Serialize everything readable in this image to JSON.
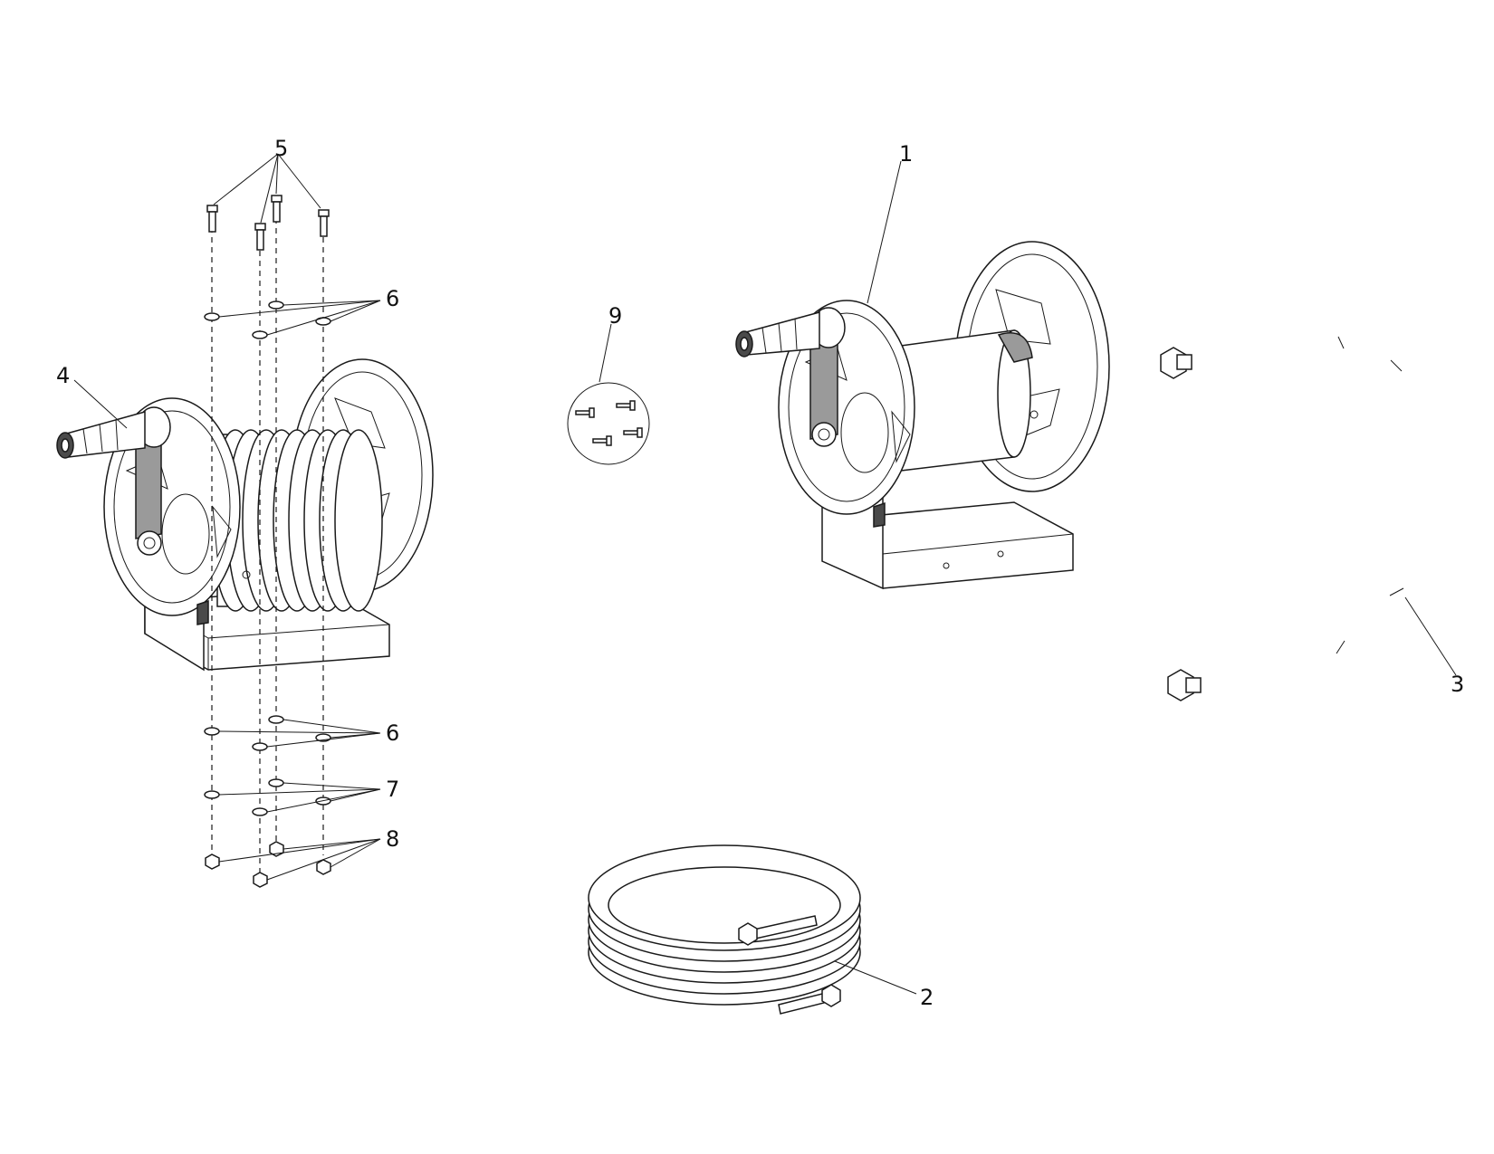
{
  "callouts": [
    {
      "id": "1",
      "label": "1"
    },
    {
      "id": "2",
      "label": "2"
    },
    {
      "id": "3",
      "label": "3"
    },
    {
      "id": "4",
      "label": "4"
    },
    {
      "id": "5",
      "label": "5"
    },
    {
      "id": "6a",
      "label": "6"
    },
    {
      "id": "6b",
      "label": "6"
    },
    {
      "id": "7",
      "label": "7"
    },
    {
      "id": "8",
      "label": "8"
    },
    {
      "id": "9",
      "label": "9"
    }
  ],
  "colors": {
    "line": "#1a1a1a",
    "background": "#ffffff",
    "fill_grey": "#9a9a9a"
  }
}
